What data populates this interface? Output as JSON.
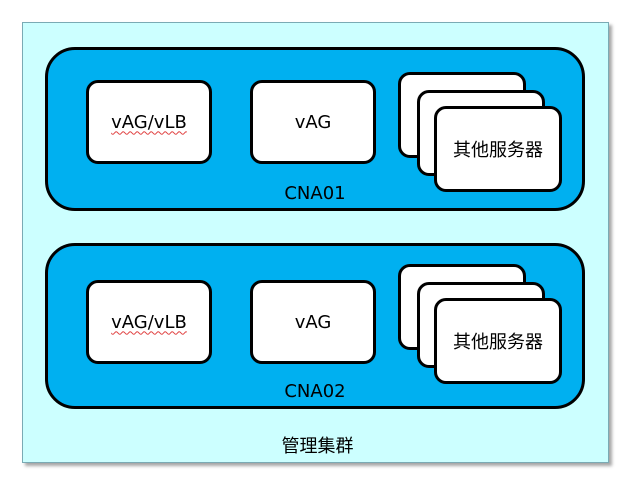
{
  "cluster": {
    "label": "管理集群",
    "colors": {
      "background": "#ccffff",
      "host_fill": "#00b0f0",
      "vm_fill": "#ffffff",
      "stroke": "#000000"
    }
  },
  "hosts": [
    {
      "label": "CNA01",
      "vms": [
        "vAG/vLB",
        "vAG"
      ],
      "other_servers": "其他服务器"
    },
    {
      "label": "CNA02",
      "vms": [
        "vAG/vLB",
        "vAG"
      ],
      "other_servers": "其他服务器"
    }
  ]
}
